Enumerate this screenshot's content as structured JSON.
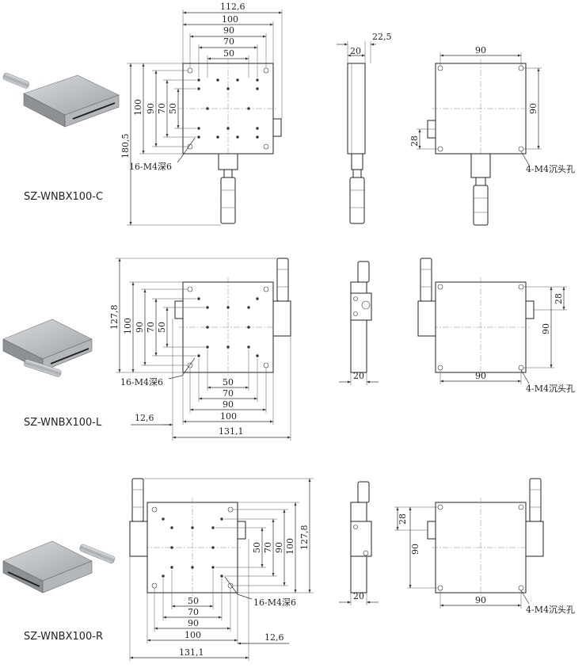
{
  "diagram": {
    "rows": [
      {
        "model": "SZ-WNBX100-C",
        "dims": {
          "top_overall": "112,6",
          "top_100": "100",
          "top_90": "90",
          "top_70": "70",
          "top_50": "50",
          "left_overall": "180,5",
          "left_100": "100",
          "left_90": "90",
          "left_70": "70",
          "left_50": "50",
          "side_225": "22,5",
          "side_20": "20",
          "bottom_90": "90",
          "bottom_90v": "90",
          "bottom_28": "28"
        },
        "callouts": {
          "tapped": "16-M4深6",
          "counterbore": "4-M4沉头孔"
        }
      },
      {
        "model": "SZ-WNBX100-L",
        "dims": {
          "left_overall": "127,8",
          "left_100": "100",
          "left_90": "90",
          "left_70": "70",
          "left_50": "50",
          "bot_50": "50",
          "bot_70": "70",
          "bot_90": "90",
          "bot_100": "100",
          "bot_126": "12,6",
          "bot_overall": "131,1",
          "side_20": "20",
          "back_28": "28",
          "back_90": "90",
          "back_90h": "90"
        },
        "callouts": {
          "tapped": "16-M4深6",
          "counterbore": "4-M4沉头孔"
        }
      },
      {
        "model": "SZ-WNBX100-R",
        "dims": {
          "right_50": "50",
          "right_70": "70",
          "right_90": "90",
          "right_100": "100",
          "right_overall": "127,8",
          "bot_50": "50",
          "bot_70": "70",
          "bot_90": "90",
          "bot_100": "100",
          "bot_126": "12,6",
          "bot_overall": "131,1",
          "side_20": "20",
          "back_28": "28",
          "back_90": "90",
          "back_90h": "90"
        },
        "callouts": {
          "tapped": "16-M4深6",
          "counterbore": "4-M4沉头孔"
        }
      }
    ]
  }
}
